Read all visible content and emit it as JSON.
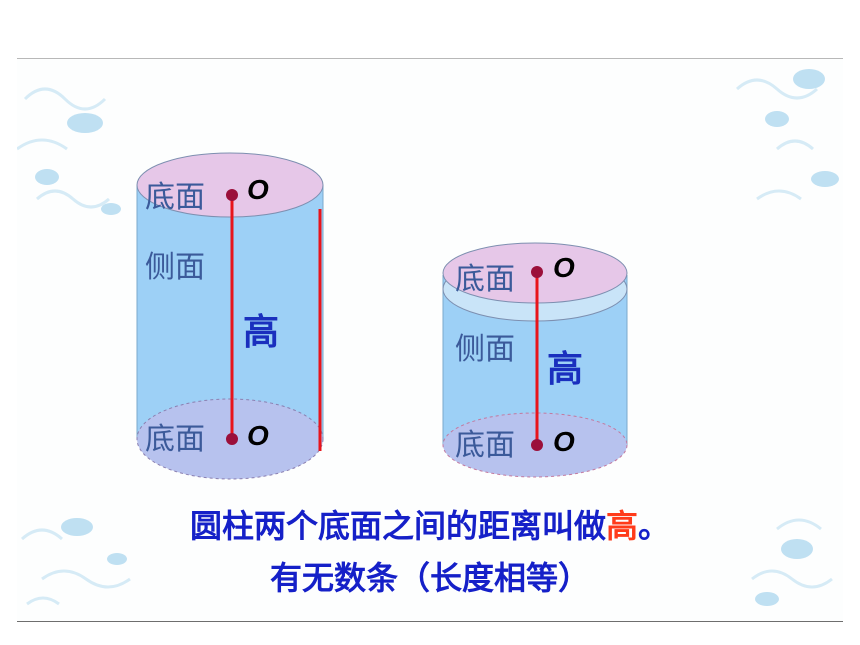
{
  "labels": {
    "base": "底面",
    "side": "侧面",
    "height": "高",
    "center": "O"
  },
  "caption": {
    "line1_prefix": "圆柱两个底面之间的距离叫做",
    "line1_highlight": "高",
    "line1_suffix": "。",
    "line2": "有无数条（长度相等）"
  },
  "colors": {
    "side_fill": "#9dd0f6",
    "top_fill": "#e6c7e8",
    "height_line": "#e8141b",
    "center_dot": "#9b0f3a",
    "label_text": "#3b5a9a",
    "height_text": "#1a2fbe",
    "caption_text": "#1520c8",
    "caption_highlight": "#ff3b1a",
    "background_pattern": "#cfe8f4"
  }
}
